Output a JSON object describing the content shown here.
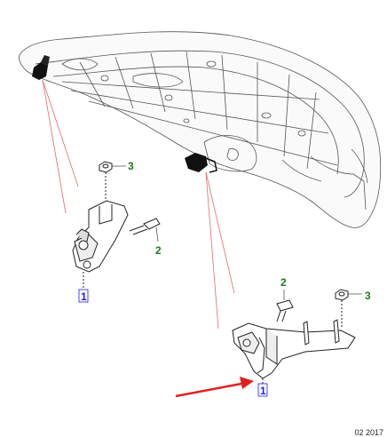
{
  "diagram": {
    "callouts": {
      "left_nut": "3",
      "left_bolt": "2",
      "left_hinge": "1",
      "right_bolt": "2",
      "right_nut": "3",
      "right_hinge": "1"
    },
    "reference": "02 2017",
    "colors": {
      "line": "#333333",
      "leader": "#e06a6a",
      "arrow": "#e02020",
      "callout_green": "#1f7a1f",
      "callout_blue": "#1a1aff"
    }
  }
}
